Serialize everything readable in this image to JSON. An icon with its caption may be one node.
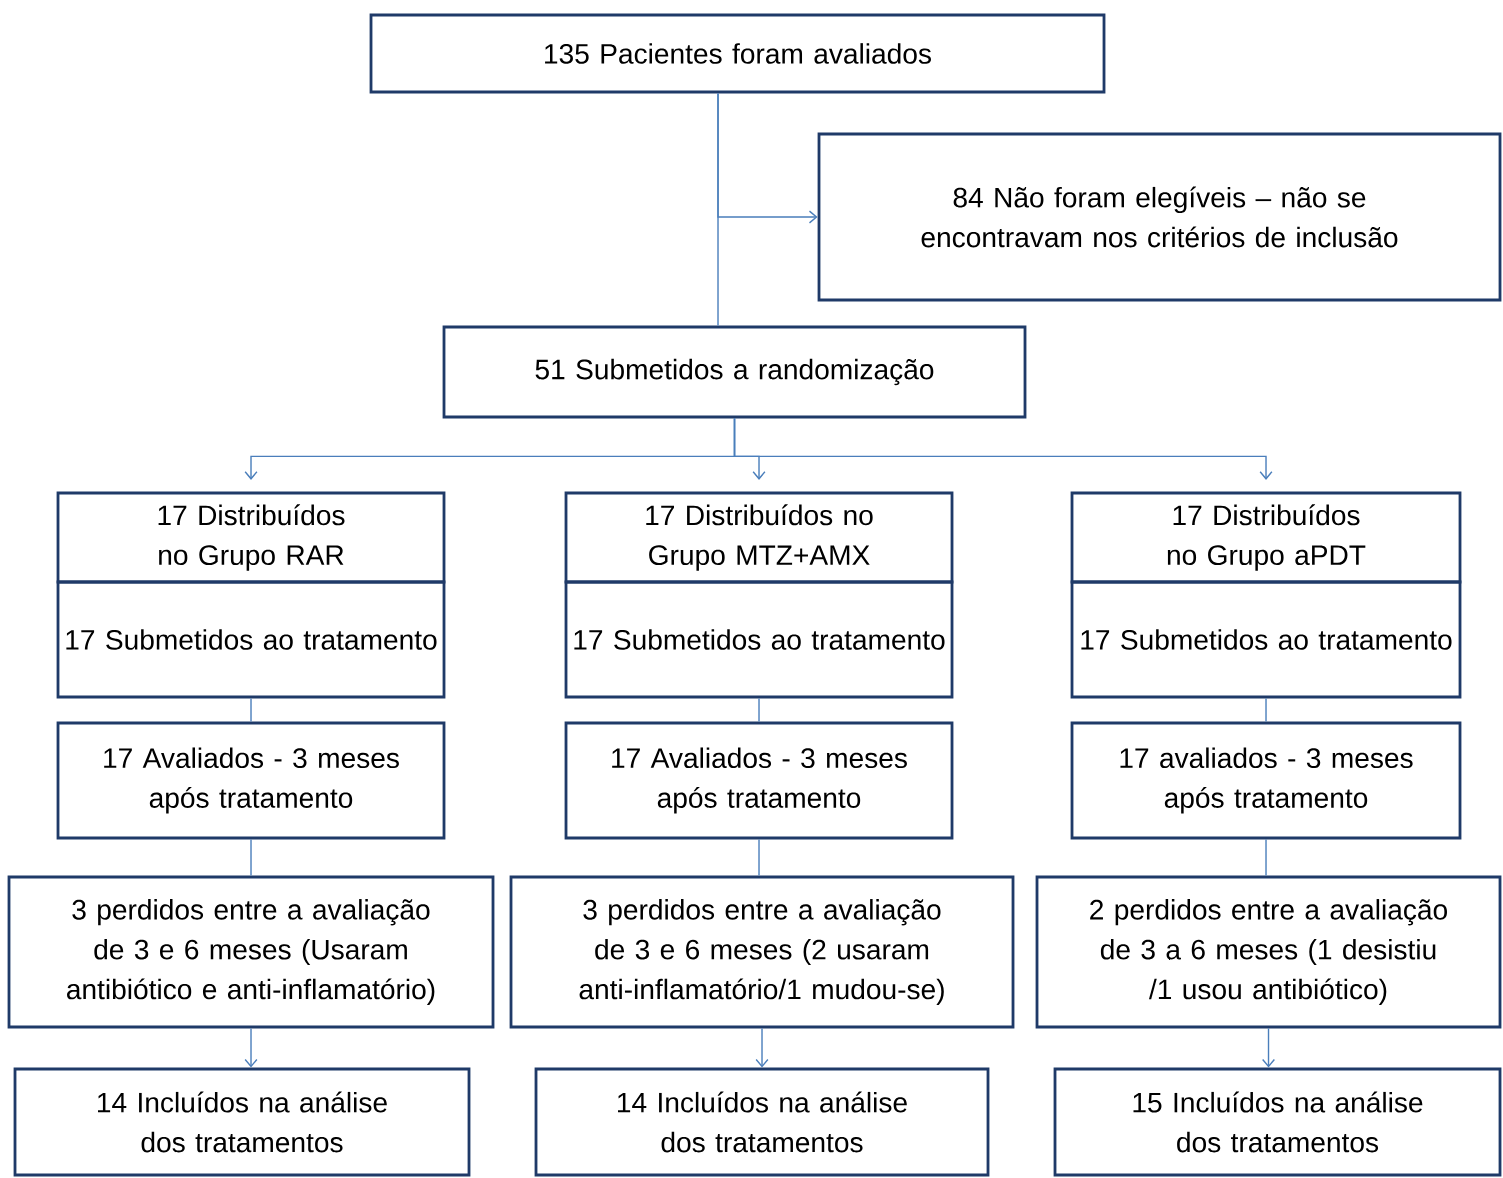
{
  "diagram": {
    "nodes": [
      {
        "text": [
          "135 Pacientes foram avaliados"
        ]
      },
      {
        "text": [
          "84 Não foram elegíveis – não se encontravam nos critérios de inclusão"
        ]
      },
      {
        "text": [
          "51 Submetidos a randomização"
        ]
      },
      {
        "text": [
          "17 Distribuídos no Grupo RAR"
        ]
      },
      {
        "text": [
          "17 Distribuídos no Grupo MTZ+AMX"
        ]
      },
      {
        "text": [
          "17 Distribuídos no Grupo aPDT"
        ]
      },
      {
        "text": [
          "17 Submetidos ao tratamento"
        ]
      },
      {
        "text": [
          "17 Submetidos ao tratamento"
        ]
      },
      {
        "text": [
          "17 Submetidos ao tratamento"
        ]
      },
      {
        "text": [
          "17 Avaliados - 3 meses após tratamento"
        ]
      },
      {
        "text": [
          "17 Avaliados - 3 meses após tratamento"
        ]
      },
      {
        "text": [
          "17 avaliados - 3 meses após tratamento"
        ]
      },
      {
        "text": [
          "3 perdidos entre a avaliação de 3 e 6 meses (Usaram antibiótico e anti-inflamatório)"
        ]
      },
      {
        "text": [
          "3 perdidos entre a avaliação de 3 e 6 meses (2 usaram anti-inflamatório/1 mudou-se)"
        ]
      },
      {
        "text": [
          "2 perdidos entre a avaliação de 3 a 6 meses (1 desistiu /1 usou antibiótico)"
        ]
      },
      {
        "text": [
          "14 Incluídos na análise dos tratamentos"
        ]
      },
      {
        "text": [
          "14 Incluídos na análise dos tratamentos"
        ]
      },
      {
        "text": [
          "15 Incluídos na análise dos tratamentos"
        ]
      }
    ],
    "edges": [
      {
        "from": 0,
        "to": 2,
        "arrow": "none"
      },
      {
        "from": 0,
        "to": 1,
        "arrow": "to"
      },
      {
        "from": 2,
        "to": 3,
        "arrow": "to"
      },
      {
        "from": 2,
        "to": 4,
        "arrow": "to"
      },
      {
        "from": 2,
        "to": 5,
        "arrow": "to"
      },
      {
        "from": 6,
        "to": 9,
        "arrow": "none"
      },
      {
        "from": 7,
        "to": 10,
        "arrow": "none"
      },
      {
        "from": 8,
        "to": 11,
        "arrow": "none"
      },
      {
        "from": 9,
        "to": 12,
        "arrow": "none"
      },
      {
        "from": 10,
        "to": 13,
        "arrow": "none"
      },
      {
        "from": 11,
        "to": 14,
        "arrow": "none"
      },
      {
        "from": 12,
        "to": 15,
        "arrow": "to"
      },
      {
        "from": 13,
        "to": 16,
        "arrow": "to"
      },
      {
        "from": 14,
        "to": 17,
        "arrow": "to"
      }
    ]
  }
}
